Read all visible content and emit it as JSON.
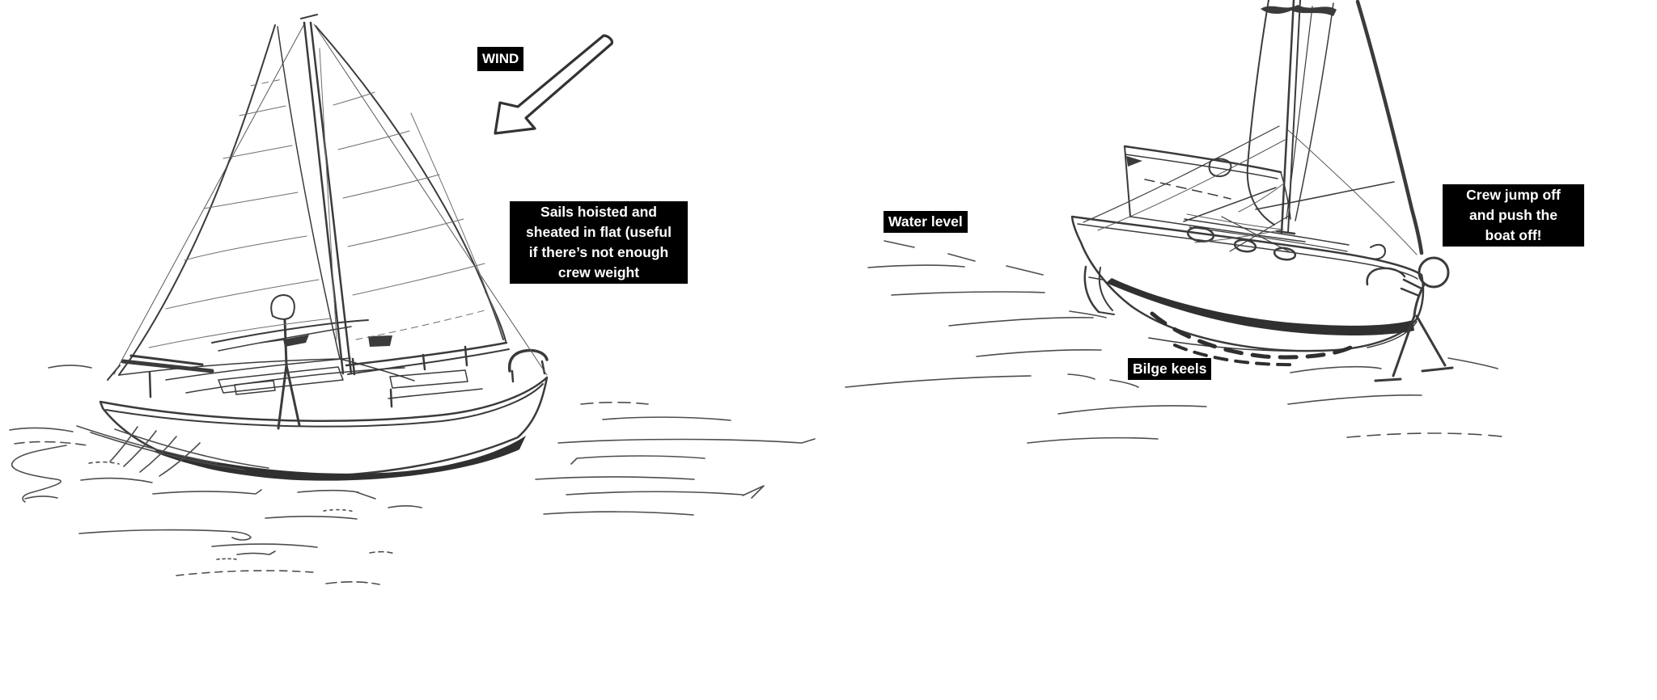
{
  "figure": {
    "background_color": "#ffffff",
    "ink_color": "#3b3b3b",
    "label_background": "#000000",
    "label_text_color": "#ffffff"
  },
  "labels": {
    "wind": "WIND",
    "sails_note": "Sails hoisted and\nsheated in flat (useful\nif there’s not enough\ncrew weight",
    "water_level": "Water level",
    "crew_note": "Crew jump off\nand push the\nboat off!",
    "bilge_keels": "Bilge keels"
  }
}
